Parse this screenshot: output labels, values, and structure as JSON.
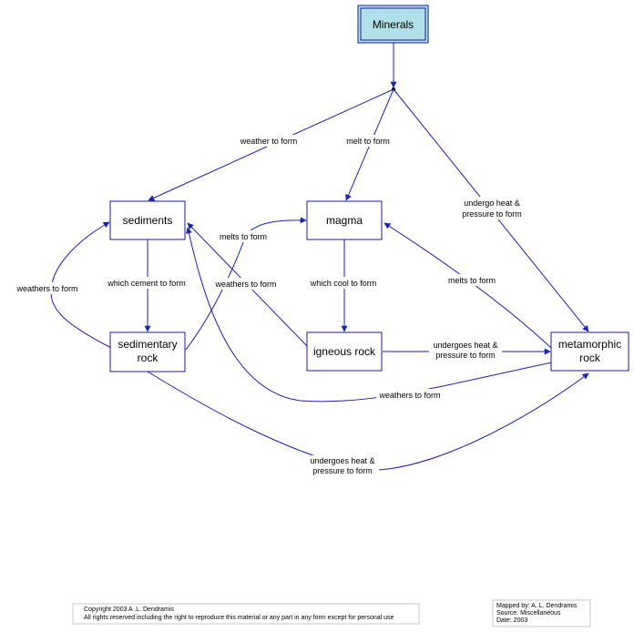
{
  "nodes": {
    "minerals": "Minerals",
    "sediments": "sediments",
    "magma": "magma",
    "sedimentary": [
      "sedimentary",
      "rock"
    ],
    "igneous": "igneous rock",
    "metamorphic": [
      "metamorphic",
      "rock"
    ]
  },
  "edges": {
    "weather_to_form": "weather to form",
    "melt_to_form": "melt to form",
    "undergo_heat": [
      "undergo heat &",
      "pressure to form"
    ],
    "melts_to_form_sed": "melts to form",
    "weathers_to_form_sed": "weathers to form",
    "which_cement": "which cement to form",
    "weathers_to_form_ign": "weathers to form",
    "which_cool": "which cool to form",
    "melts_to_form_met": "melts to form",
    "undergoes_heat_ign": [
      "undergoes heat &",
      "pressure to form"
    ],
    "weathers_to_form_met": "weathers to form",
    "undergoes_heat_sed": [
      "undergoes heat &",
      "pressure to form"
    ]
  },
  "footer": {
    "copyright": [
      "Copyright 2003  A .L. Dendramis",
      "All rights reserved including the right to reproduce this material or any part in any form except for personal use"
    ],
    "mapped": [
      "Mapped by:  A. L. Dendramis",
      "Source: Miscellaneous",
      "Date: 2003"
    ]
  }
}
